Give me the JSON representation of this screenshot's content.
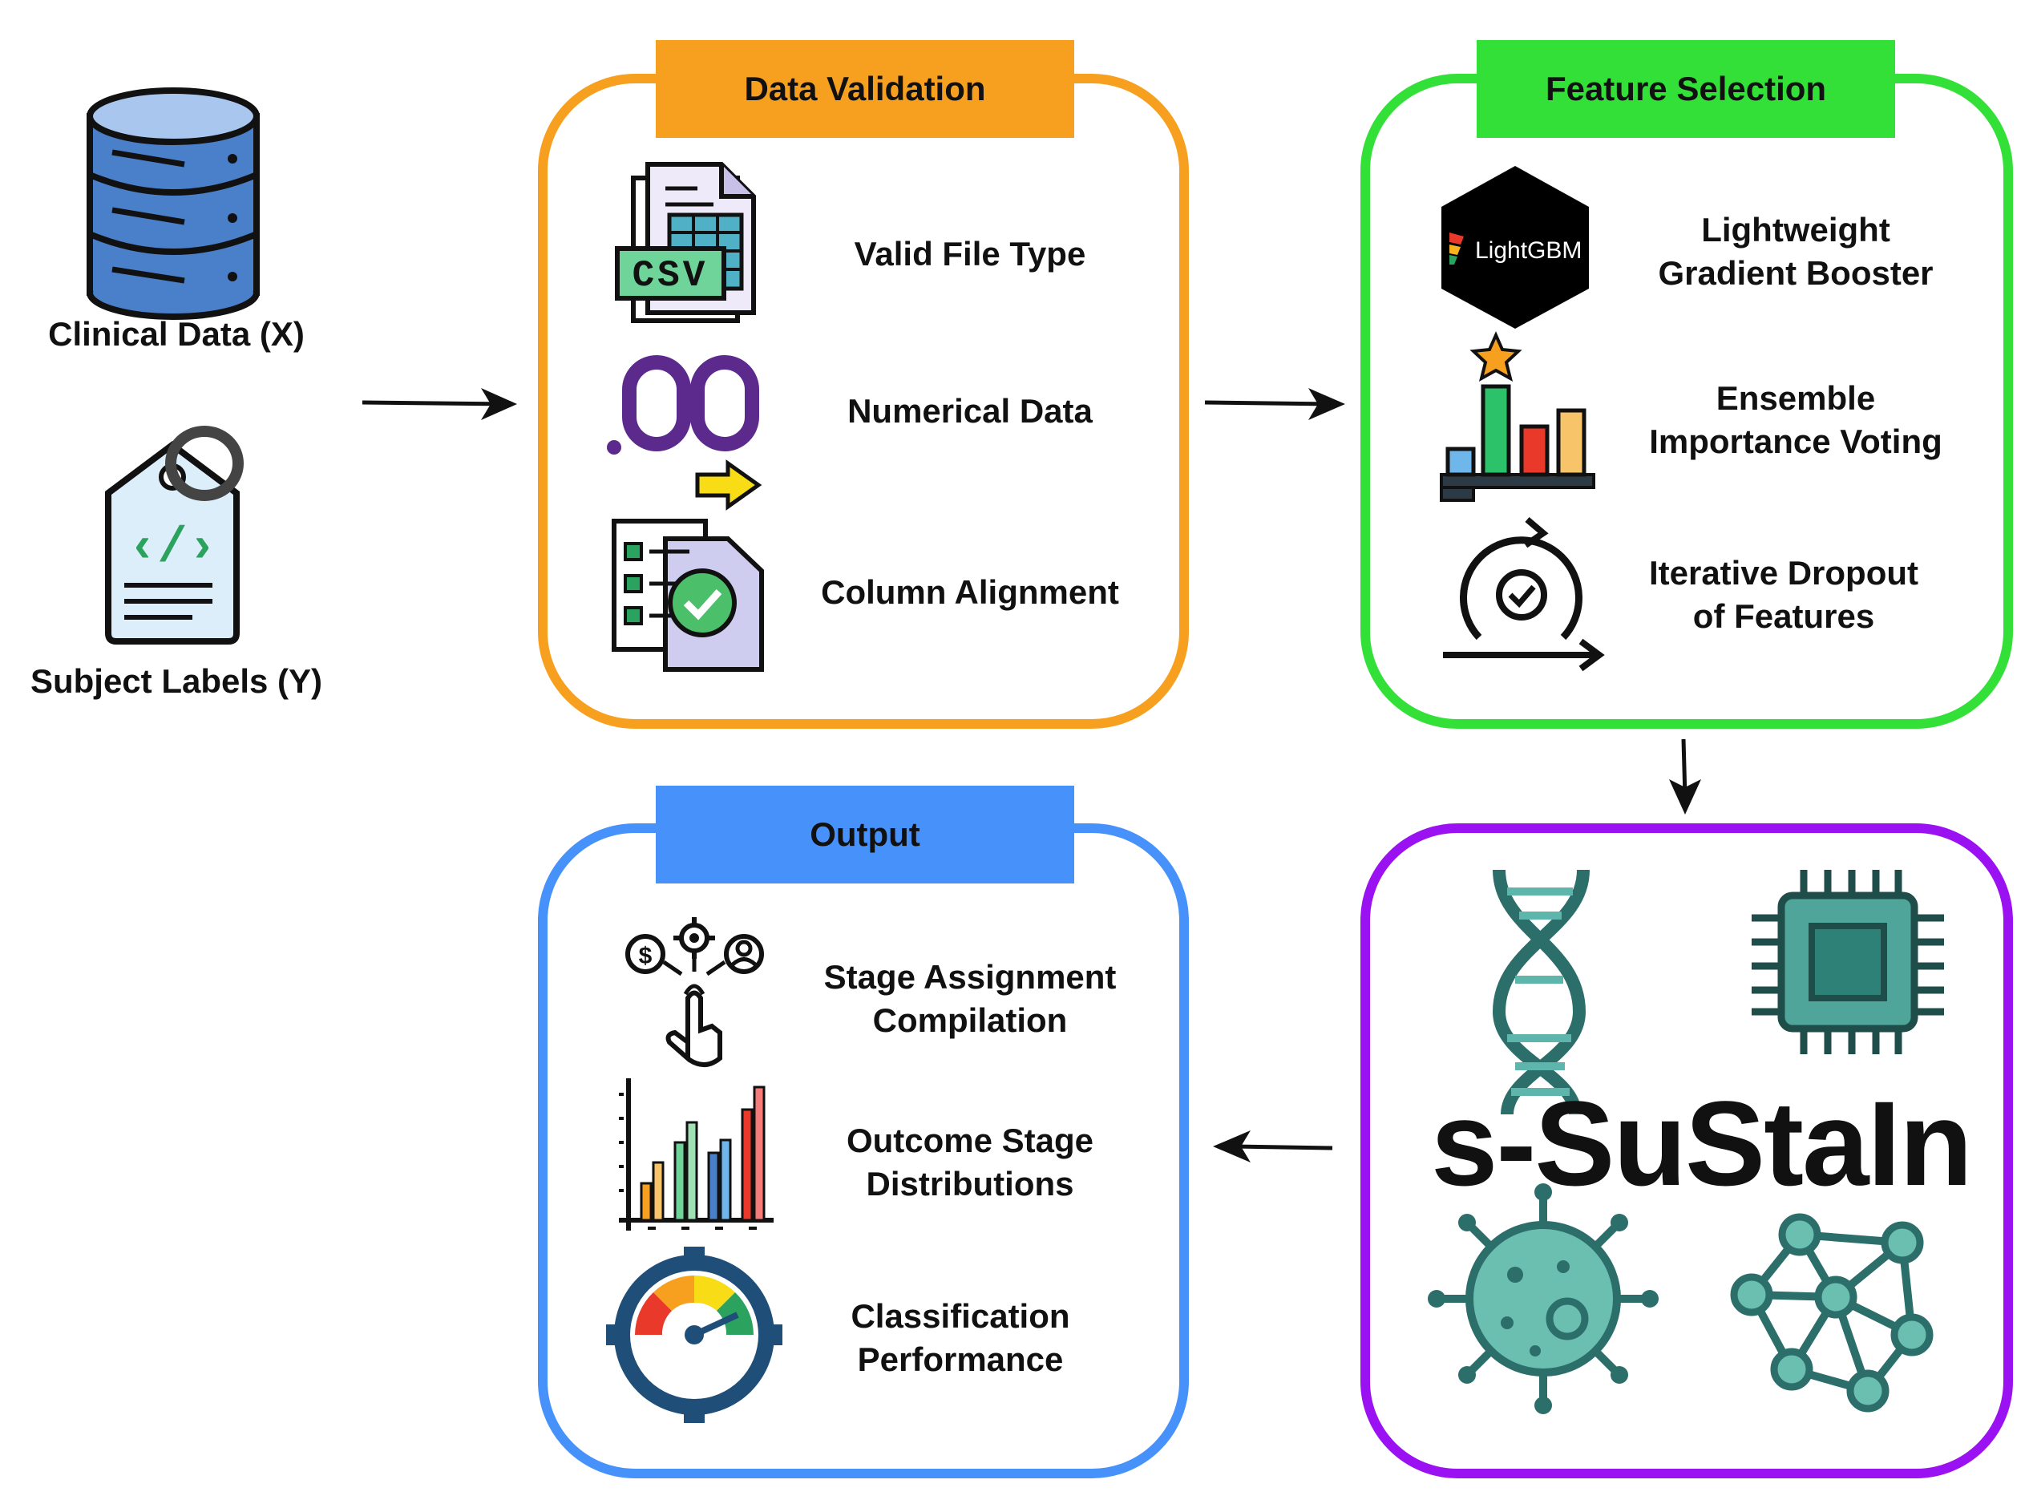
{
  "inputs": {
    "clinical_label": "Clinical Data (X)",
    "subject_label": "Subject Labels (Y)",
    "csv_badge": "CSV",
    "numeric_glyph": ".00"
  },
  "data_validation": {
    "title": "Data Validation",
    "color": "#F7A01F",
    "items": [
      {
        "label": "Valid File Type",
        "icon": "csv-file-icon"
      },
      {
        "label": "Numerical Data",
        "icon": "decimal-number-icon"
      },
      {
        "label": "Column Alignment",
        "icon": "checked-document-icon"
      }
    ]
  },
  "feature_selection": {
    "title": "Feature Selection",
    "color": "#33E037",
    "lightgbm_logo": "LightGBM",
    "items": [
      {
        "label_1": "Lightweight",
        "label_2": "Gradient Booster",
        "icon": "lightgbm-hexagon-icon"
      },
      {
        "label_1": "Ensemble",
        "label_2": "Importance Voting",
        "icon": "bar-chart-star-icon"
      },
      {
        "label_1": "Iterative Dropout",
        "label_2": "of Features",
        "icon": "iterate-check-icon"
      }
    ]
  },
  "model": {
    "name": "s-SuStaIn",
    "color": "#9B12F2",
    "icons": [
      "dna-icon",
      "chip-icon",
      "virus-icon",
      "network-icon"
    ]
  },
  "output": {
    "title": "Output",
    "color": "#4791FA",
    "items": [
      {
        "label_1": "Stage Assignment",
        "label_2": "Compilation",
        "icon": "hand-select-icon"
      },
      {
        "label_1": "Outcome Stage",
        "label_2": "Distributions",
        "icon": "histogram-icon"
      },
      {
        "label_1": "Classification",
        "label_2": "Performance",
        "icon": "gauge-icon"
      }
    ]
  }
}
